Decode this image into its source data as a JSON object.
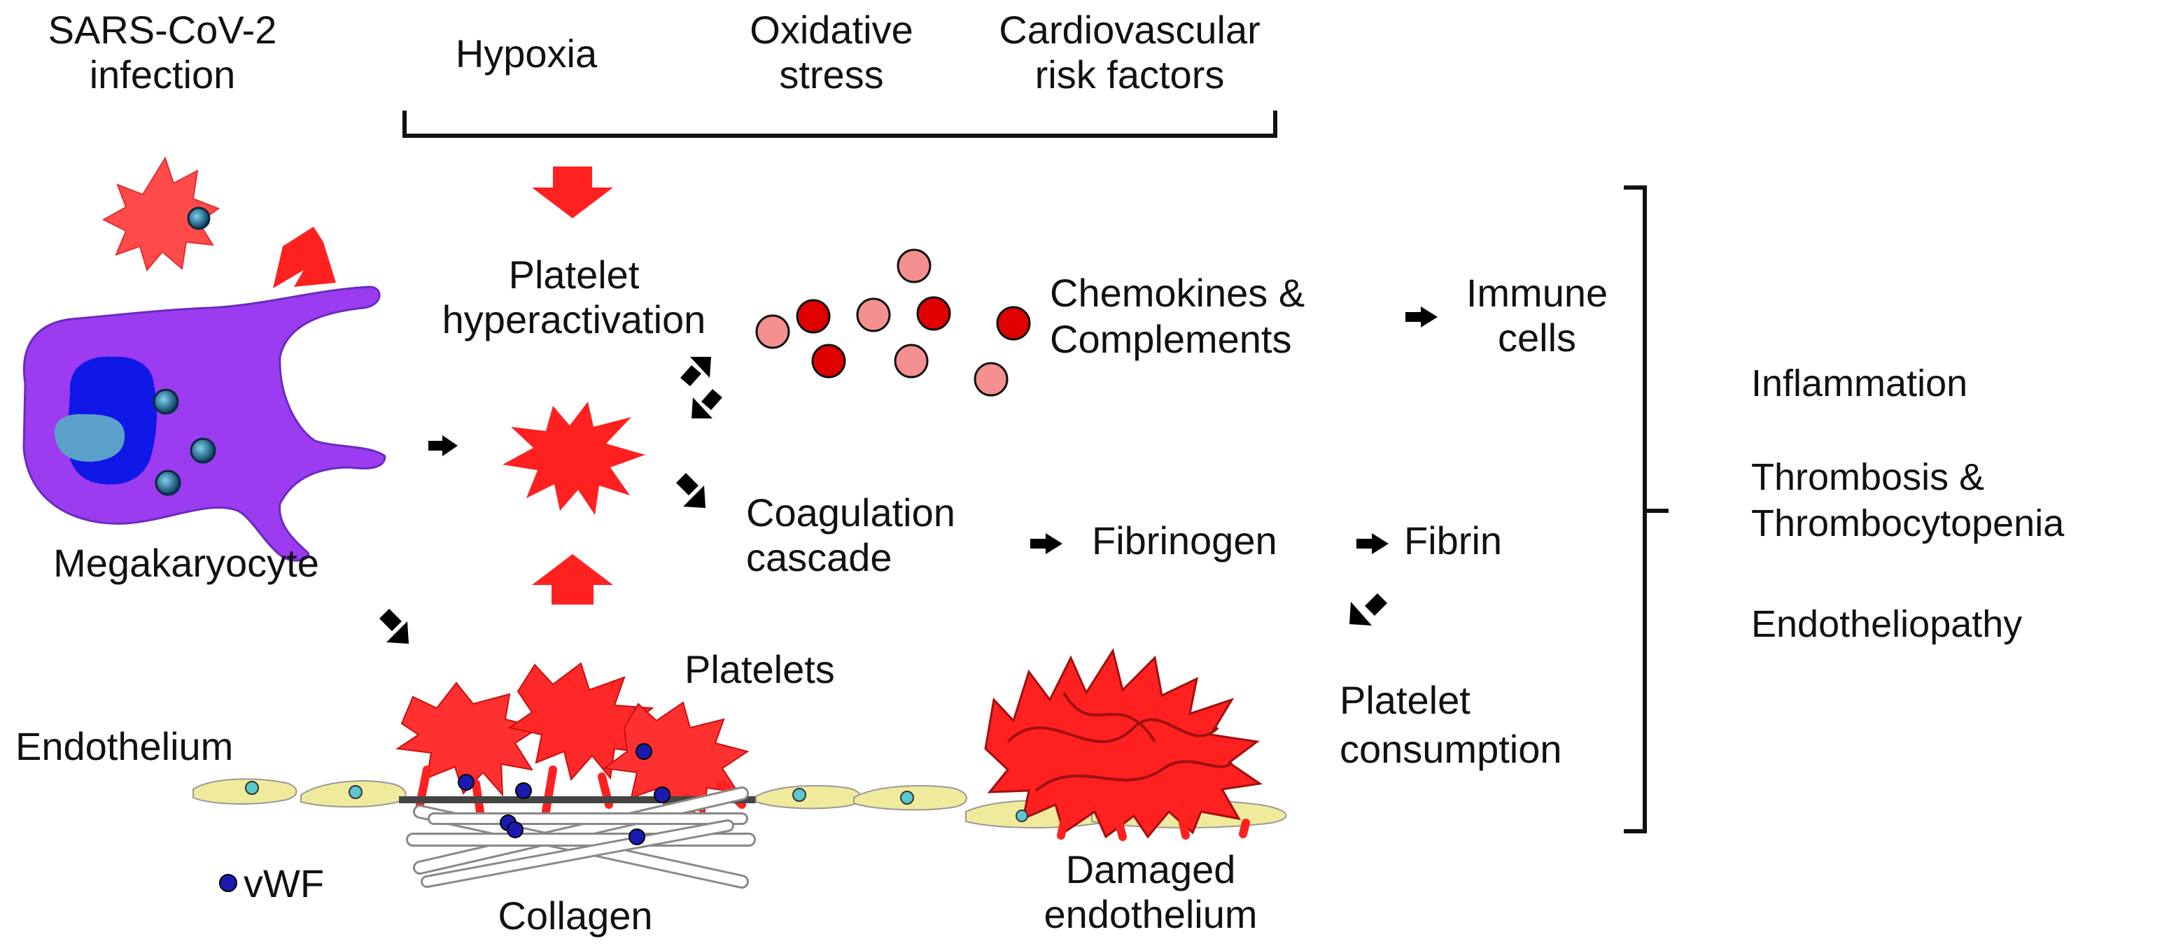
{
  "labels": {
    "sars_line1": "SARS-CoV-2",
    "sars_line2": "infection",
    "hypoxia": "Hypoxia",
    "oxidative_line1": "Oxidative",
    "oxidative_line2": "stress",
    "cardio_line1": "Cardiovascular",
    "cardio_line2": "risk factors",
    "platelet_hyper_line1": "Platelet",
    "platelet_hyper_line2": "hyperactivation",
    "chemokines_line1": "Chemokines &",
    "chemokines_line2": "Complements",
    "immune_line1": "Immune",
    "immune_line2": "cells",
    "megakaryocyte": "Megakaryocyte",
    "coagulation_line1": "Coagulation",
    "coagulation_line2": "cascade",
    "fibrinogen": "Fibrinogen",
    "fibrin": "Fibrin",
    "platelets": "Platelets",
    "endothelium": "Endothelium",
    "consumption_line1": "Platelet",
    "consumption_line2": "consumption",
    "vwf": "vWF",
    "collagen": "Collagen",
    "damaged_line1": "Damaged",
    "damaged_line2": "endothelium"
  },
  "outcomes": {
    "inflammation": "Inflammation",
    "thrombosis_line1": "Thrombosis &",
    "thrombosis_line2": "Thrombocytopenia",
    "endotheliopathy": "Endotheliopathy"
  },
  "colors": {
    "platelet_red": "#ff2020",
    "mediator_dark": "#e00000",
    "mediator_light": "#f59090",
    "megakaryocyte_purple": "#9b3cf0",
    "nucleus_blue": "#1018e8",
    "endothelium_yellow": "#f0ea9c",
    "vwf_blue": "#1a1ab0",
    "arrow_black": "#000000"
  }
}
